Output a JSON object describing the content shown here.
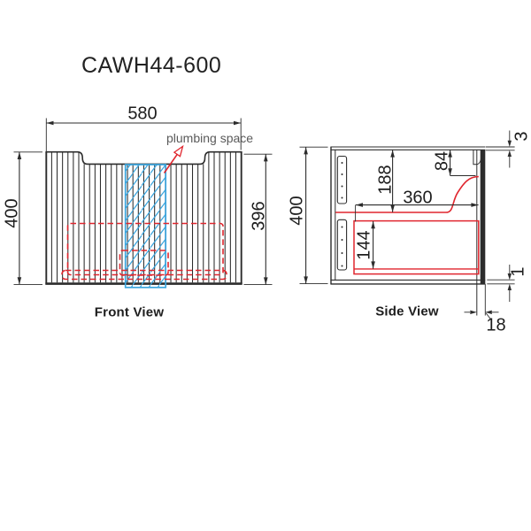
{
  "title": "CAWH44-600",
  "colors": {
    "line": "#2c2c2c",
    "red": "#e0262e",
    "blue": "#3aa5de",
    "muted_text": "#5a5a5a"
  },
  "front_view": {
    "label": "Front View",
    "plumbing_annotation": "plumbing space",
    "dims": {
      "width": "580",
      "height": "400",
      "front_height": "396"
    }
  },
  "side_view": {
    "label": "Side View",
    "dims": {
      "height": "400",
      "top_to_shelf": "188",
      "outlet_drop": "84",
      "internal_depth": "360",
      "drawer_inner_height": "144",
      "top_reveal": "3",
      "bottom_reveal": "1",
      "panel_thickness": "18"
    }
  }
}
